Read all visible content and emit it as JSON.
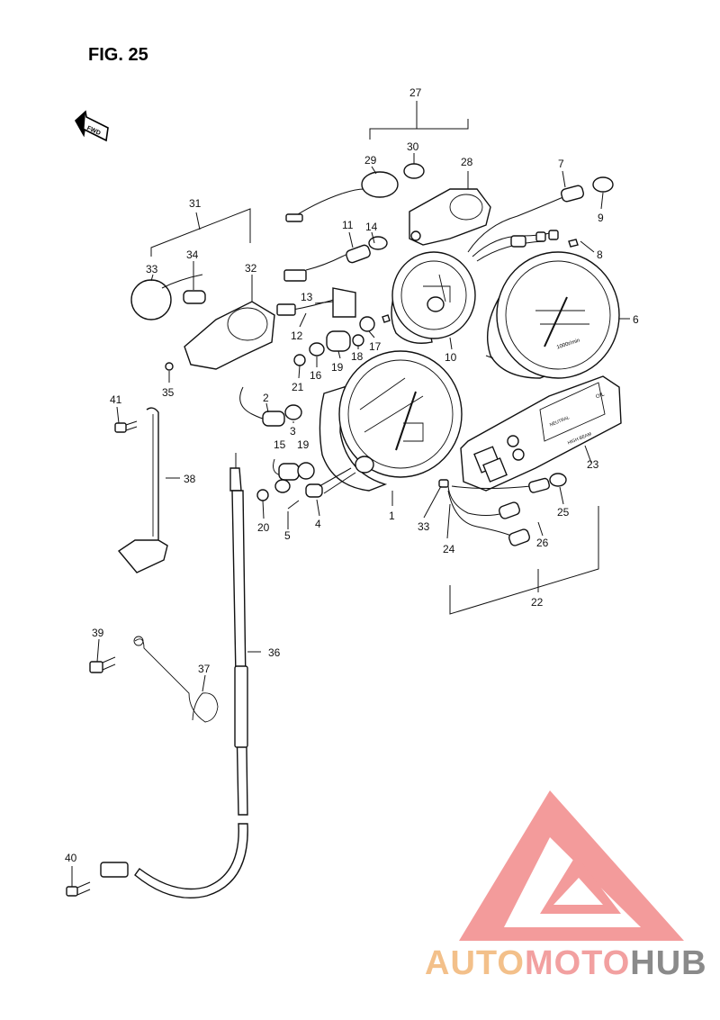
{
  "figure": {
    "title": "FIG. 25",
    "fwd_label": "FWD"
  },
  "callouts": {
    "c1": "1",
    "c2": "2",
    "c3": "3",
    "c4": "4",
    "c5": "5",
    "c6": "6",
    "c7": "7",
    "c8": "8",
    "c9": "9",
    "c10": "10",
    "c11": "11",
    "c12": "12",
    "c13": "13",
    "c14": "14",
    "c15": "15",
    "c16": "16",
    "c17": "17",
    "c18": "18",
    "c19a": "19",
    "c19b": "19",
    "c20": "20",
    "c21": "21",
    "c22": "22",
    "c23": "23",
    "c24": "24",
    "c25": "25",
    "c26": "26",
    "c27": "27",
    "c28": "28",
    "c29": "29",
    "c30": "30",
    "c31": "31",
    "c32": "32",
    "c33a": "33",
    "c33b": "33",
    "c34": "34",
    "c35": "35",
    "c36": "36",
    "c37": "37",
    "c38": "38",
    "c39": "39",
    "c40": "40",
    "c41": "41"
  },
  "dial_text": {
    "tacho_unit": "1000r/min",
    "neutral": "NEUTRAL",
    "oil": "OIL",
    "high_beam": "HIGH BEAM"
  },
  "watermark": {
    "part1": "AUTO",
    "part2": "MOTO",
    "part3": "HUB",
    "colors": {
      "part1": "#f3c08a",
      "part2": "#f2a0a0",
      "part3": "#8a8a8a",
      "logo": "#f28a8a"
    }
  }
}
